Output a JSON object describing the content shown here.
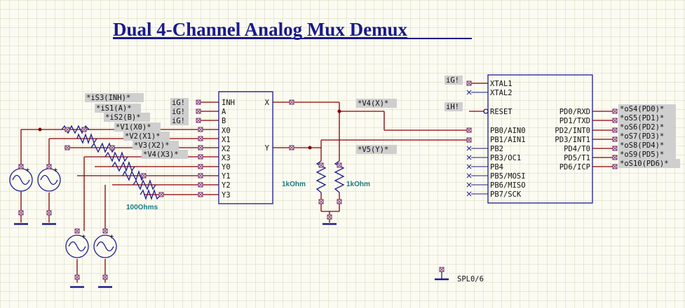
{
  "title": "Dual 4-Channel Analog Mux Demux",
  "mux": {
    "pins_left": [
      "INH",
      "A",
      "B",
      "X0",
      "X1",
      "X2",
      "X3",
      "Y0",
      "Y1",
      "Y2",
      "Y3"
    ],
    "pins_right": [
      "X",
      "Y"
    ]
  },
  "mcu": {
    "pins_left": [
      "XTAL1",
      "XTAL2",
      "RESET",
      "PB0/AIN0",
      "PB1/AIN1",
      "PB2",
      "PB3/OC1",
      "PB4",
      "PB5/MOSI",
      "PB6/MISO",
      "PB7/SCK"
    ],
    "pins_right": [
      "PD0/RXD",
      "PD1/TXD",
      "PD2/INT0",
      "PD3/INT1",
      "PD4/T0",
      "PD5/T1",
      "PD6/ICP"
    ]
  },
  "net_labels": {
    "ig1": "iG!",
    "ig2": "iG!",
    "ig3": "iG!",
    "ig4": "iG!",
    "ih": "iH!",
    "is3": "*iS3(INH)*",
    "is1": "*iS1(A)*",
    "is2": "*iS2(B)*",
    "v1": "*V1(X0)*",
    "v2": "*V2(X1)*",
    "v3": "*V3(X2)*",
    "v4": "*V4(X3)*",
    "v4x": "*V4(X)*",
    "v5y": "*V5(Y)*",
    "os4": "*oS4(PD0)*",
    "os5": "*oS5(PD1)*",
    "os6": "*oS6(PD2)*",
    "os7": "*oS7(PD3)*",
    "os8": "*oS8(PD4)*",
    "os9": "*oS9(PD5)*",
    "os10": "*oS10(PD6)*"
  },
  "values": {
    "r_series": "100Ohms",
    "r_load1": "1kOhm",
    "r_load2": "1kOhm"
  },
  "spl_label": "SPL0/6",
  "colors": {
    "wire": "#8b0000",
    "component": "#1c1c8c",
    "label_bg": "#cfcfcf",
    "value_text": "#1c7a80",
    "grid": "#d6d6bc",
    "background": "#fbfbf2"
  }
}
